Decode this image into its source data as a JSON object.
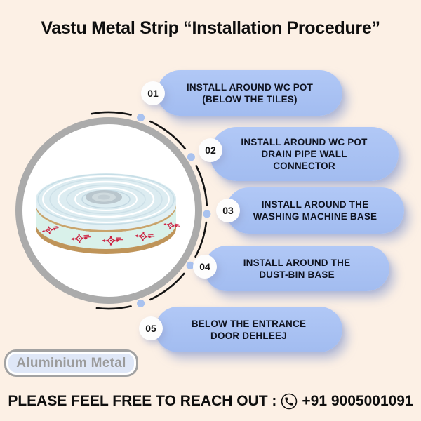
{
  "title": "Vastu Metal Strip “Installation Procedure”",
  "steps": [
    {
      "num": "01",
      "lines": [
        "INSTALL AROUND WC POT",
        "(BELOW THE TILES)"
      ]
    },
    {
      "num": "02",
      "lines": [
        "INSTALL AROUND WC POT",
        "DRAIN PIPE WALL",
        "CONNECTOR"
      ]
    },
    {
      "num": "03",
      "lines": [
        "INSTALL AROUND THE",
        "WASHING MACHINE BASE"
      ]
    },
    {
      "num": "04",
      "lines": [
        "INSTALL AROUND THE",
        "DUST-BIN BASE"
      ]
    },
    {
      "num": "05",
      "lines": [
        "BELOW THE ENTRANCE",
        "DOOR DEHLEEJ"
      ]
    }
  ],
  "badge_label": "Aluminium Metal",
  "footer": {
    "text": "PLEASE FEEL FREE TO REACH OUT :",
    "phone": "+91 9005001091",
    "phone_icon": "phone-icon"
  },
  "product_photo": "vastu-metal-strip-roll",
  "colors": {
    "background": "#fcf0e5",
    "pill_blue": "#a6c0f3",
    "connector_dot_blue": "#a9c2ef",
    "ring_gray": "#ababab",
    "badge_fill": "#dfe7f7",
    "badge_text": "#9b9b9b",
    "strip_band_mint": "#d9f1ea",
    "strip_core_tan": "#c8a36b",
    "brand_logo_red": "#cc2140",
    "text_black": "#0e0e0e"
  }
}
